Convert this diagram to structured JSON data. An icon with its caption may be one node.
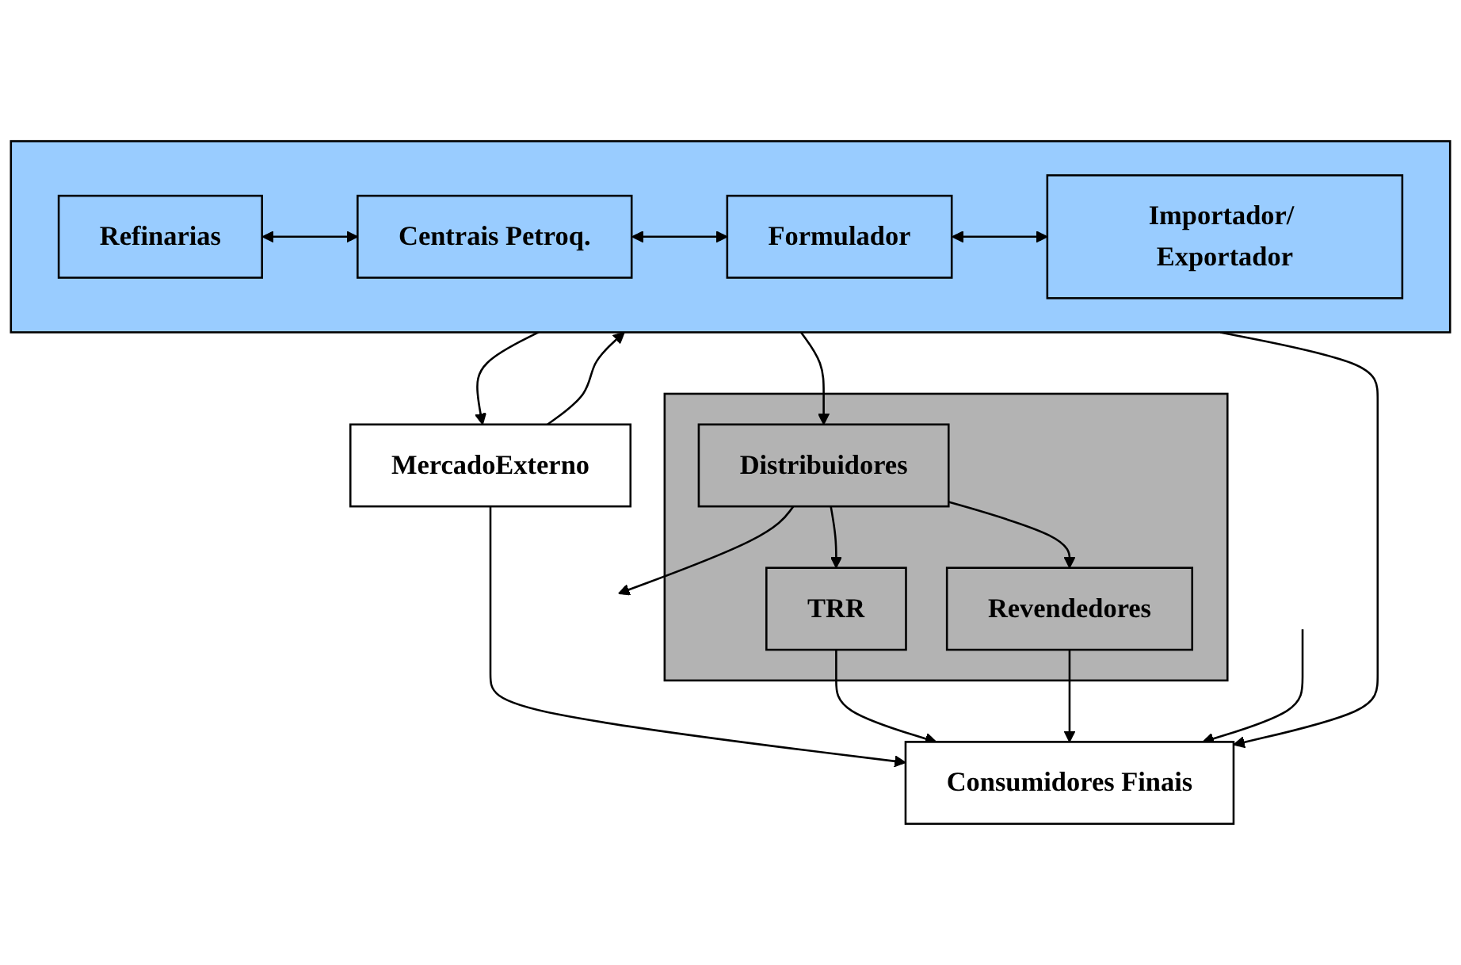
{
  "diagram": {
    "nodes": [
      {
        "text": [
          "MercadoExterno"
        ]
      },
      {
        "text": [],
        "shape": "box"
      },
      {
        "text": [
          "Refinarias"
        ],
        "in": 1
      },
      {
        "text": [
          "Centrais Petroq."
        ],
        "in": 1
      },
      {
        "text": [
          "Formulador"
        ],
        "in": 1
      },
      {
        "text": [
          "Importador/ Exportador"
        ],
        "in": 1
      },
      {
        "text": [],
        "shape": "box"
      },
      {
        "text": [
          "Distribuidores"
        ],
        "in": 6
      },
      {
        "text": [
          "TRR"
        ],
        "in": 6
      },
      {
        "text": [
          "Revendedores"
        ],
        "in": 6
      },
      {
        "text": [
          "Consumidores Finais"
        ]
      }
    ],
    "edges": [
      {
        "from": 0,
        "to": 1,
        "arrow": "to"
      },
      {
        "from": 1,
        "to": 0,
        "arrow": "to"
      },
      {
        "from": 2,
        "to": 3,
        "arrow": "both"
      },
      {
        "from": 3,
        "to": 4,
        "arrow": "both"
      },
      {
        "from": 4,
        "to": 5,
        "arrow": "both"
      },
      {
        "from": 0,
        "to": 10,
        "arrow": "to"
      },
      {
        "from": 1,
        "to": 10,
        "arrow": "to"
      },
      {
        "from": 1,
        "to": 7,
        "arrow": "to"
      },
      {
        "from": 7,
        "to": null,
        "arrow": "to"
      },
      {
        "from": 7,
        "to": 8,
        "arrow": "to"
      },
      {
        "from": 7,
        "to": 9,
        "arrow": "to"
      },
      {
        "from": 8,
        "to": 10,
        "arrow": "to"
      },
      {
        "from": 9,
        "to": 10,
        "arrow": "to"
      },
      {
        "from": null,
        "to": 10,
        "arrow": "to"
      }
    ]
  }
}
